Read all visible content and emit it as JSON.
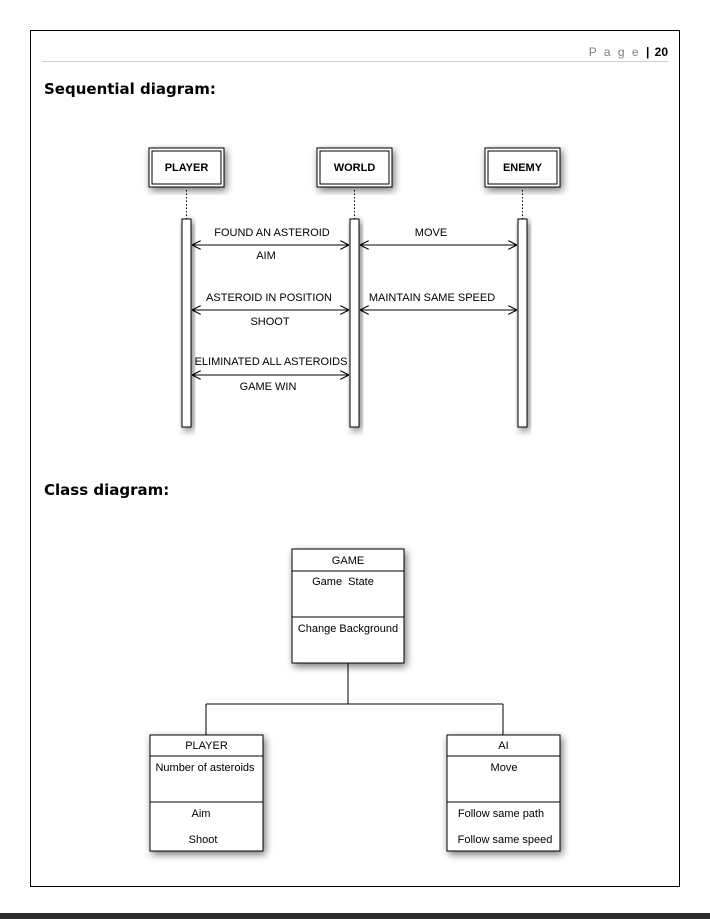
{
  "header": {
    "page_label": "P a g e",
    "separator": "|",
    "page_number": "20"
  },
  "sequence_section": {
    "heading": "Sequential diagram:",
    "actors": [
      "PLAYER",
      "WORLD",
      "ENEMY"
    ],
    "messages": [
      {
        "label": "FOUND AN ASTEROID",
        "from": "PLAYER",
        "to": "WORLD"
      },
      {
        "label": "AIM",
        "from": "WORLD",
        "to": "PLAYER"
      },
      {
        "label": "MOVE",
        "from": "WORLD",
        "to": "ENEMY"
      },
      {
        "label": "ASTEROID IN POSITION",
        "from": "PLAYER",
        "to": "WORLD"
      },
      {
        "label": "SHOOT",
        "from": "WORLD",
        "to": "PLAYER"
      },
      {
        "label": "MAINTAIN SAME SPEED",
        "from": "WORLD",
        "to": "ENEMY"
      },
      {
        "label": "ELIMINATED ALL ASTEROIDS",
        "from": "PLAYER",
        "to": "WORLD"
      },
      {
        "label": "GAME WIN",
        "from": "WORLD",
        "to": "PLAYER"
      }
    ]
  },
  "class_section": {
    "heading": "Class diagram:",
    "classes": [
      {
        "name": "GAME",
        "attributes": [
          "Game  State"
        ],
        "methods": [
          "Change Background"
        ]
      },
      {
        "name": "PLAYER",
        "attributes": [
          "Number of asteroids"
        ],
        "methods": [
          "Aim",
          "Shoot"
        ]
      },
      {
        "name": "AI",
        "attributes": [
          "Move"
        ],
        "methods": [
          "Follow same path",
          "Follow same speed"
        ]
      }
    ]
  }
}
